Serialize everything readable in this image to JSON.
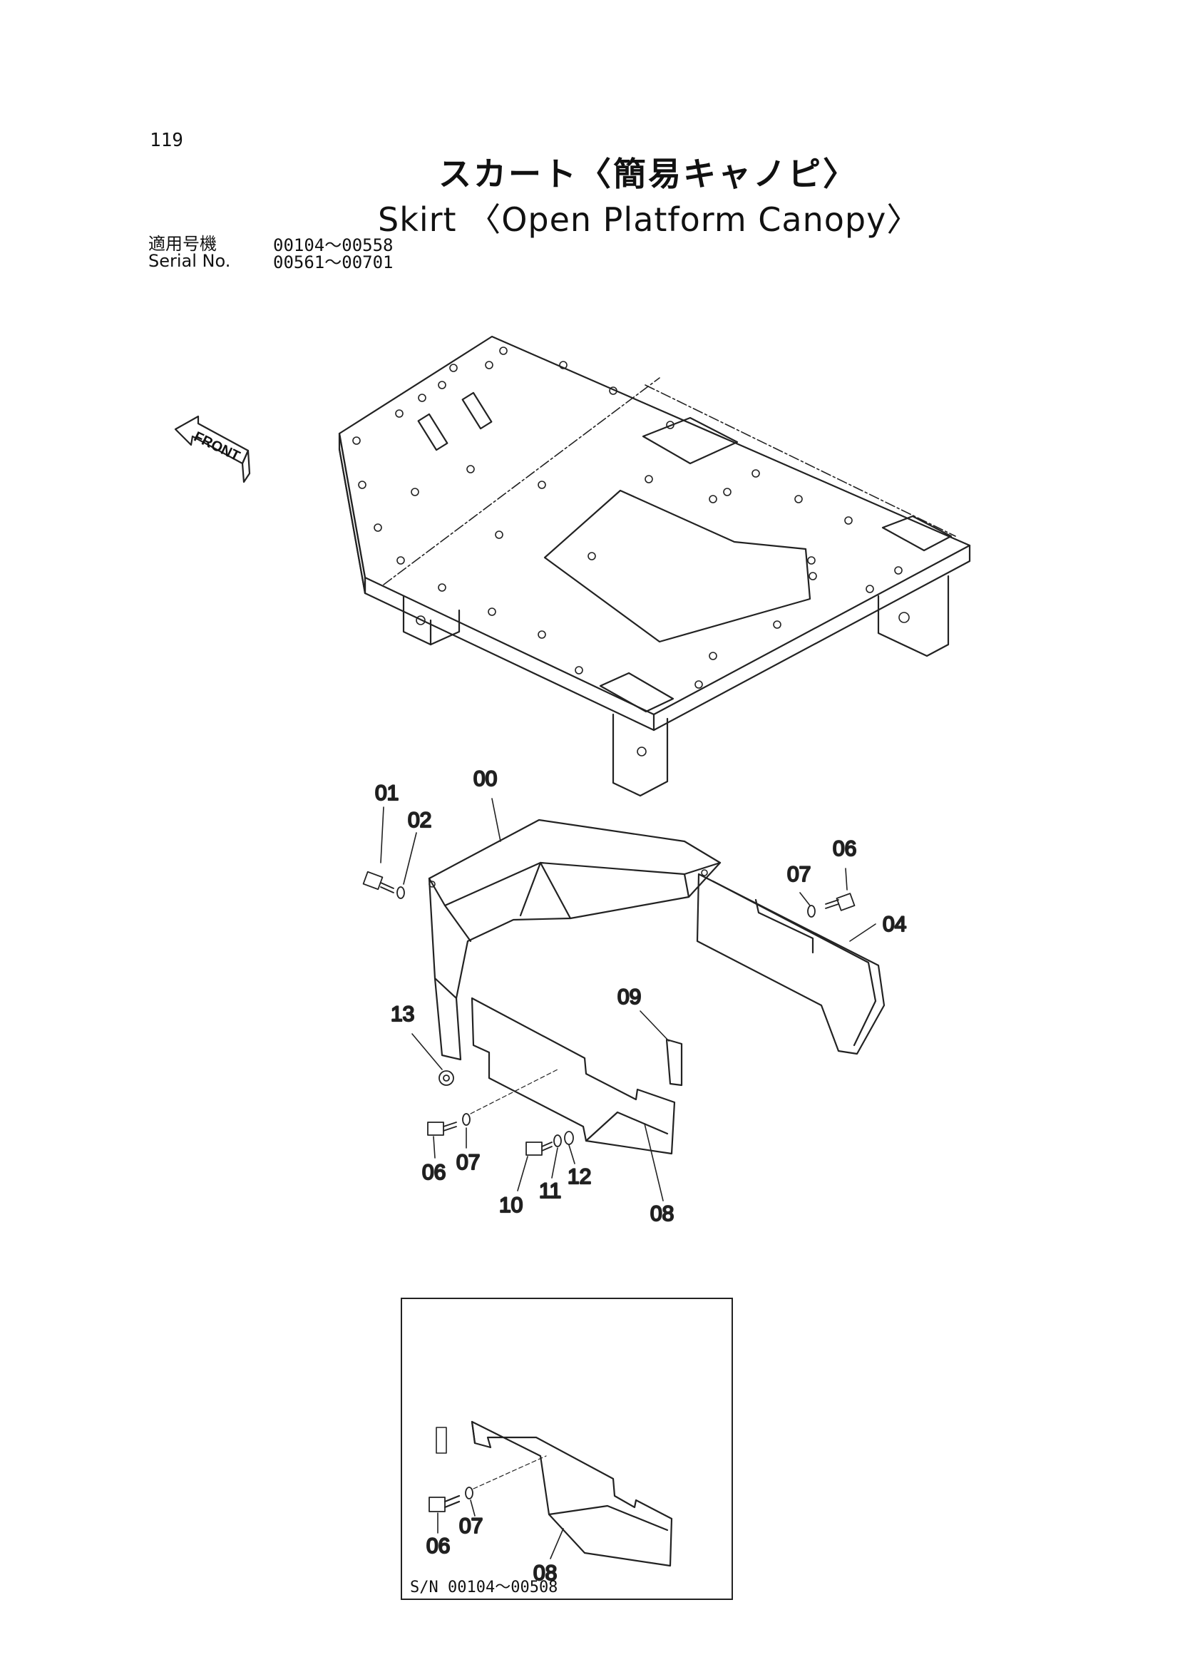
{
  "header": {
    "page_number": "119",
    "title_jp": "スカート〈簡易キャノピ〉",
    "title_en": "Skirt 〈Open Platform Canopy〉"
  },
  "serials": {
    "label_jp": "適用号機",
    "label_en": "Serial No.",
    "range1": "00104～00558",
    "range2": "00561～00701"
  },
  "front_label": "FRONT",
  "callouts": {
    "c00": "00",
    "c01": "01",
    "c02": "02",
    "c04": "04",
    "c06a": "06",
    "c07a": "07",
    "c09": "09",
    "c13": "13",
    "c06b": "06",
    "c07b": "07",
    "c10": "10",
    "c11": "11",
    "c12": "12",
    "c08": "08"
  },
  "inset": {
    "caption": "S/N  00104～00508",
    "c06": "06",
    "c07": "07",
    "c08": "08"
  }
}
